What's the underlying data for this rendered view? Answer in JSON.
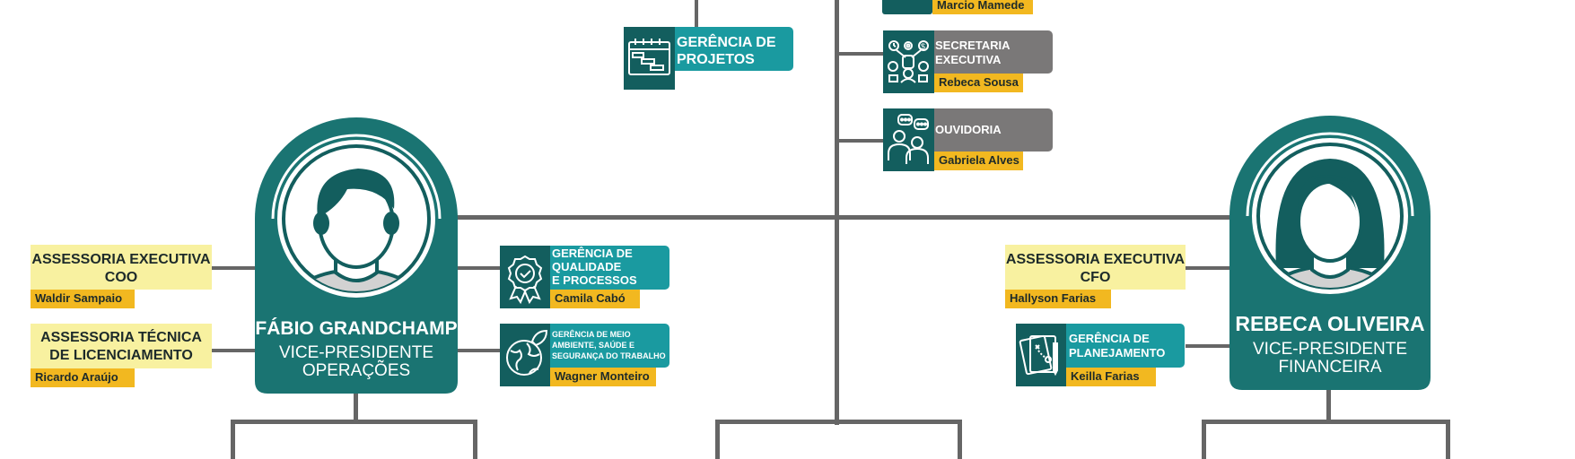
{
  "colors": {
    "teal_dark": "#135e5e",
    "teal": "#1a9aa0",
    "gray": "#7a7878",
    "yellow_light": "#f8f1a0",
    "yellow": "#f2b820",
    "line": "#666666"
  },
  "top_partial": {
    "name": "Marcio Mamede"
  },
  "gerencia_projetos": {
    "label_line1": "GERÊNCIA DE",
    "label_line2": "PROJETOS",
    "icon": "calendar-gantt-icon"
  },
  "secretaria": {
    "label_line1": "SECRETARIA",
    "label_line2": "EXECUTIVA",
    "name": "Rebeca Sousa",
    "icon": "admin-tools-icon"
  },
  "ouvidoria": {
    "label": "OUVIDORIA",
    "name": "Gabriela Alves",
    "icon": "people-chat-icon"
  },
  "vp_left": {
    "name": "FÁBIO GRANDCHAMP",
    "title_line1": "VICE-PRESIDENTE",
    "title_line2": "OPERAÇÕES",
    "icon": "male-avatar-icon"
  },
  "vp_right": {
    "name": "REBECA OLIVEIRA",
    "title_line1": "VICE-PRESIDENTE",
    "title_line2": "FINANCEIRA",
    "icon": "female-avatar-icon"
  },
  "assessoria_coo": {
    "line1": "ASSESSORIA EXECUTIVA",
    "line2": "COO",
    "name": "Waldir Sampaio"
  },
  "assessoria_licenciamento": {
    "line1": "ASSESSORIA TÉCNICA",
    "line2": "DE LICENCIAMENTO",
    "name": "Ricardo Araújo"
  },
  "gerencia_qualidade": {
    "line1": "GERÊNCIA DE",
    "line2": "QUALIDADE",
    "line3": "E PROCESSOS",
    "name": "Camila Cabó",
    "icon": "award-badge-icon"
  },
  "gerencia_meio_ambiente": {
    "line1": "GERÊNCIA DE MEIO",
    "line2": "AMBIENTE, SAÚDE E",
    "line3": "SEGURANÇA DO TRABALHO",
    "name": "Wagner Monteiro",
    "icon": "globe-leaf-icon"
  },
  "assessoria_cfo": {
    "line1": "ASSESSORIA EXECUTIVA",
    "line2": "CFO",
    "name": "Hallyson Farias"
  },
  "gerencia_planejamento": {
    "line1": "GERÊNCIA DE",
    "line2": "PLANEJAMENTO",
    "name": "Keilla Farias",
    "icon": "planning-board-icon"
  }
}
